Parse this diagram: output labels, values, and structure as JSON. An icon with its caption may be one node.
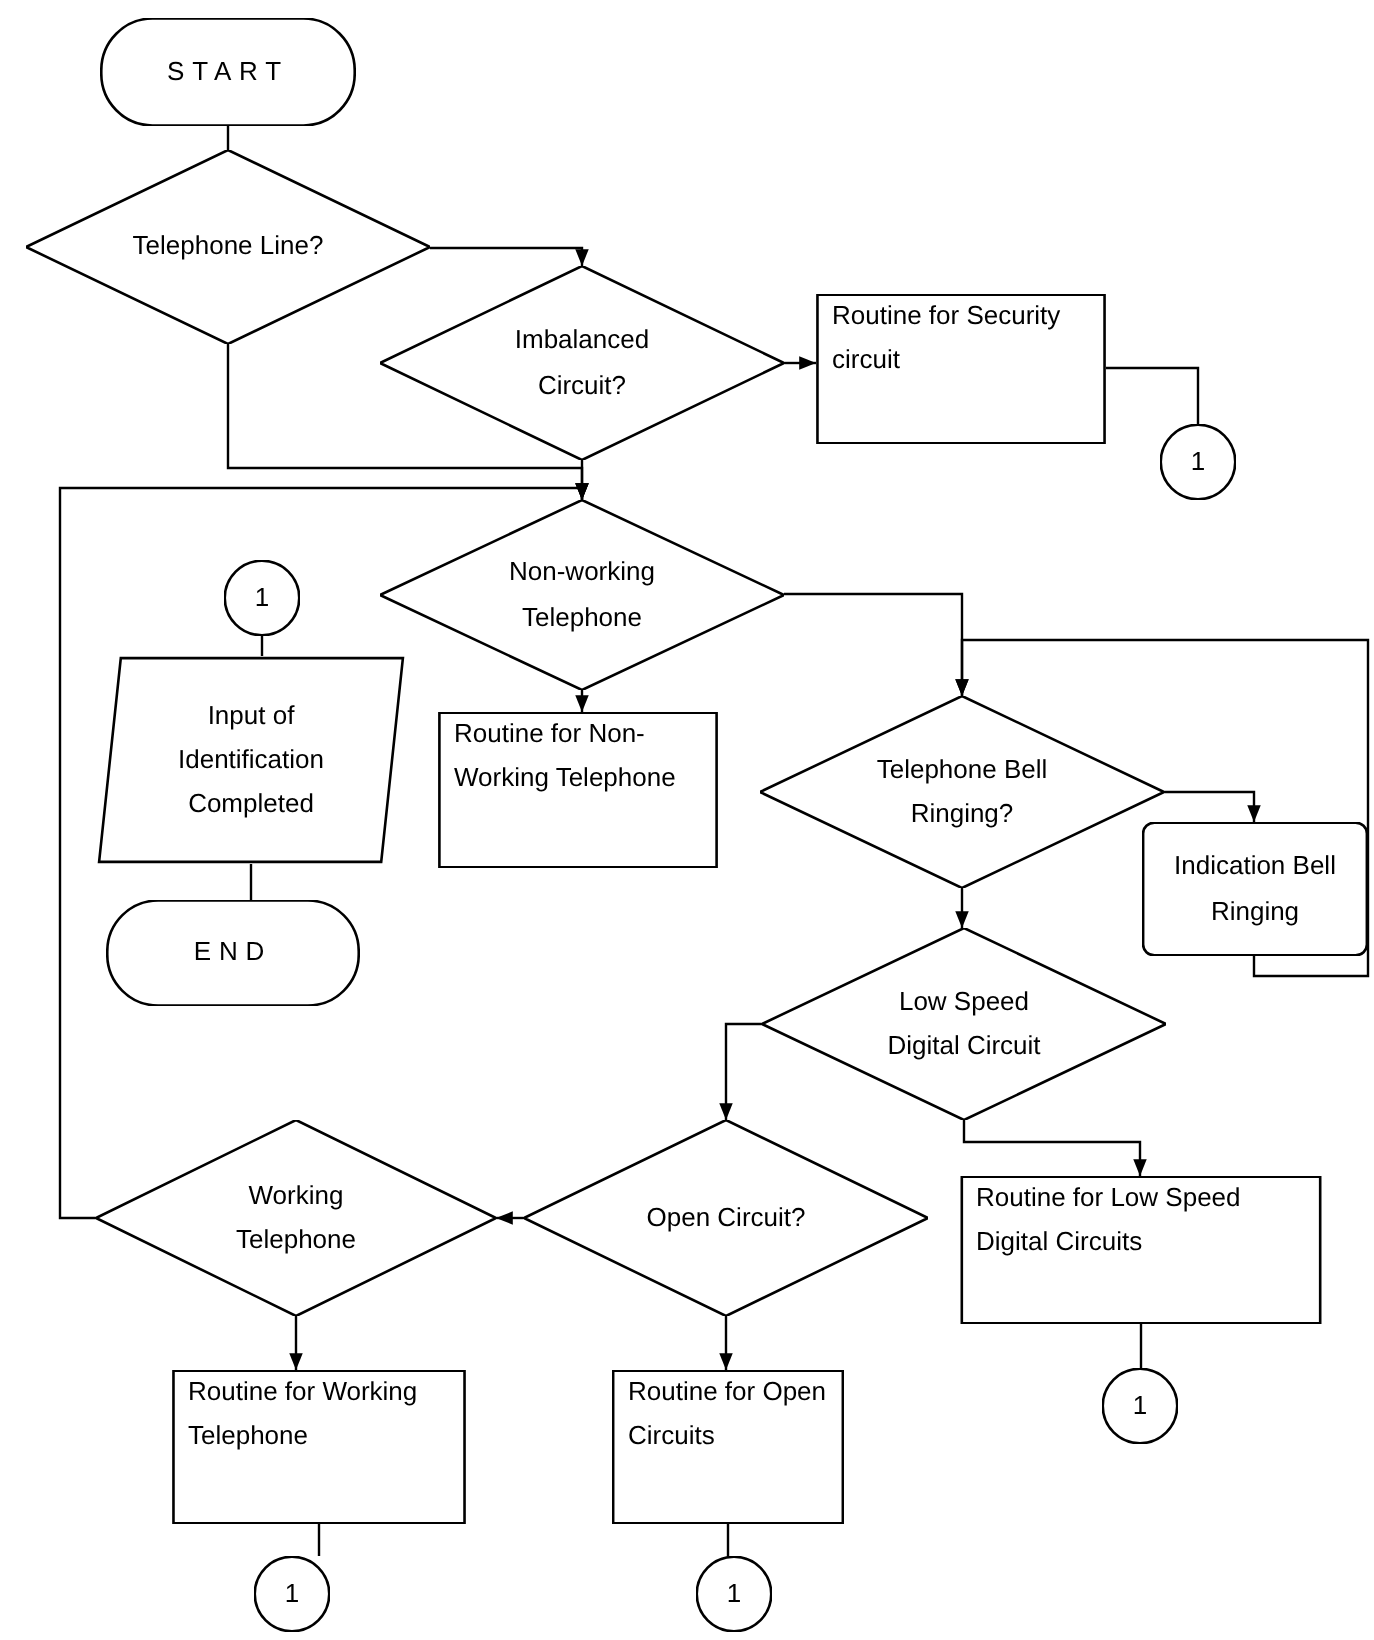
{
  "diagram": {
    "nodes": [
      {
        "text": [
          "START"
        ]
      },
      {
        "text": [
          "Telephone Line?"
        ]
      },
      {
        "text": [
          "Imbalanced Circuit?"
        ]
      },
      {
        "text": [
          "Routine for Security circuit"
        ]
      },
      {
        "text": [
          "1"
        ]
      },
      {
        "text": [
          "Non-working Telephone"
        ]
      },
      {
        "text": [
          "1"
        ]
      },
      {
        "text": [
          "Input of Identification Completed"
        ]
      },
      {
        "text": [
          "END"
        ]
      },
      {
        "text": [
          "Routine for Non-Working Telephone"
        ]
      },
      {
        "text": [
          "Telephone Bell Ringing?"
        ]
      },
      {
        "text": [
          "Indication Bell Ringing"
        ]
      },
      {
        "text": [
          "Low Speed Digital Circuit"
        ]
      },
      {
        "text": [
          "Working Telephone"
        ]
      },
      {
        "text": [
          "Open Circuit?"
        ]
      },
      {
        "text": [
          "Routine for Low Speed Digital Circuits"
        ]
      },
      {
        "text": [
          "1"
        ]
      },
      {
        "text": [
          "Routine for Working Telephone"
        ]
      },
      {
        "text": [
          "Routine for Open Circuits"
        ]
      },
      {
        "text": [
          "1"
        ]
      },
      {
        "text": [
          "1"
        ]
      }
    ],
    "edges": [
      {
        "from": 0,
        "to": 1,
        "arrow": "none"
      },
      {
        "from": 1,
        "to": 2,
        "arrow": "to"
      },
      {
        "from": 1,
        "to": 5,
        "arrow": "to"
      },
      {
        "from": 2,
        "to": 5,
        "arrow": "to"
      },
      {
        "from": 2,
        "to": 3,
        "arrow": "to"
      },
      {
        "from": 3,
        "to": 4,
        "arrow": "none"
      },
      {
        "from": 13,
        "to": 5,
        "arrow": "to"
      },
      {
        "from": 5,
        "to": 9,
        "arrow": "to"
      },
      {
        "from": 5,
        "to": 10,
        "arrow": "to"
      },
      {
        "from": 11,
        "to": 10,
        "arrow": "to"
      },
      {
        "from": 10,
        "to": 11,
        "arrow": "to"
      },
      {
        "from": 10,
        "to": 12,
        "arrow": "to"
      },
      {
        "from": 12,
        "to": 14,
        "arrow": "to"
      },
      {
        "from": 12,
        "to": 15,
        "arrow": "to"
      },
      {
        "from": 14,
        "to": 13,
        "arrow": "to"
      },
      {
        "from": 13,
        "to": 17,
        "arrow": "to"
      },
      {
        "from": 14,
        "to": 18,
        "arrow": "to"
      },
      {
        "from": 15,
        "to": 16,
        "arrow": "none"
      },
      {
        "from": 17,
        "to": 19,
        "arrow": "none"
      },
      {
        "from": 18,
        "to": 20,
        "arrow": "none"
      },
      {
        "from": 6,
        "to": 7,
        "arrow": "none"
      },
      {
        "from": 7,
        "to": 8,
        "arrow": "none"
      }
    ]
  }
}
